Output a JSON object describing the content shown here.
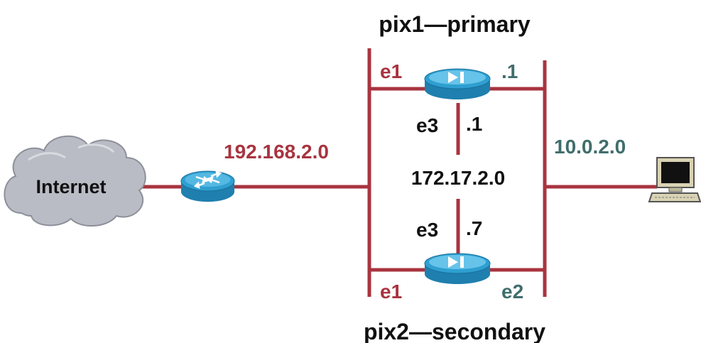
{
  "colors": {
    "link": "#a8343f",
    "red_label": "#a8343f",
    "teal_label": "#3f6e6c",
    "black_label": "#111111",
    "cloud": "#b9bcc5",
    "device_blue": "#2e9fd0",
    "device_light": "#bfe6f7"
  },
  "titles": {
    "pix1": "pix1—primary",
    "pix2": "pix2—secondary"
  },
  "nodes": {
    "internet": "Internet",
    "router_icon": "router-icon",
    "firewall_icon": "pix-firewall-icon",
    "pc_icon": "workstation-icon"
  },
  "networks": {
    "outside": "192.168.2.0",
    "failover": "172.17.2.0",
    "inside": "10.0.2.0"
  },
  "interfaces": {
    "pix1_e1": "e1",
    "pix1_inside_ip": ".1",
    "pix1_e3": "e3",
    "pix1_e3_ip": ".1",
    "pix2_e3": "e3",
    "pix2_e3_ip": ".7",
    "pix2_e1": "e1",
    "pix2_e2": "e2"
  }
}
